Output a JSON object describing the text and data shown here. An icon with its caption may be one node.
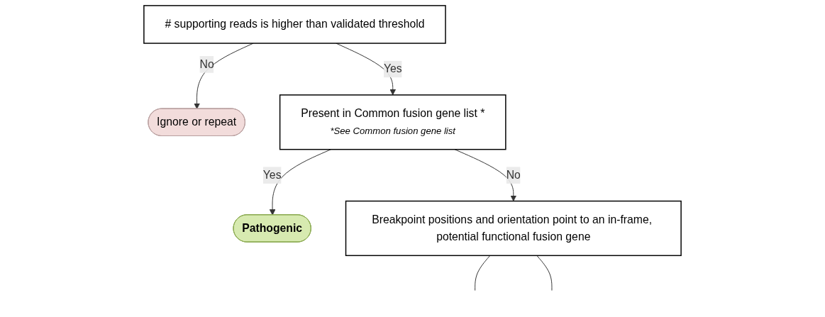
{
  "diagram": {
    "nodes": [
      {
        "text": [
          "# supporting reads is higher than validated threshold"
        ]
      },
      {
        "text": [
          "Ignore or repeat"
        ]
      },
      {
        "text": [
          "Present in Common fusion gene list *",
          "*See Common fusion gene list"
        ]
      },
      {
        "text": [
          "Pathogenic"
        ]
      },
      {
        "text": [
          "Breakpoint positions and orientation point to an in-frame, potential functional fusion gene"
        ]
      }
    ],
    "edges": [
      {
        "from": 0,
        "to": 1,
        "arrow": "to",
        "label": "No"
      },
      {
        "from": 0,
        "to": 2,
        "arrow": "to",
        "label": "Yes"
      },
      {
        "from": 2,
        "to": 3,
        "arrow": "to",
        "label": "Yes"
      },
      {
        "from": 2,
        "to": 4,
        "arrow": "to",
        "label": "No"
      },
      {
        "from": 4,
        "to": null,
        "arrow": "none"
      },
      {
        "from": 4,
        "to": null,
        "arrow": "none"
      }
    ]
  }
}
